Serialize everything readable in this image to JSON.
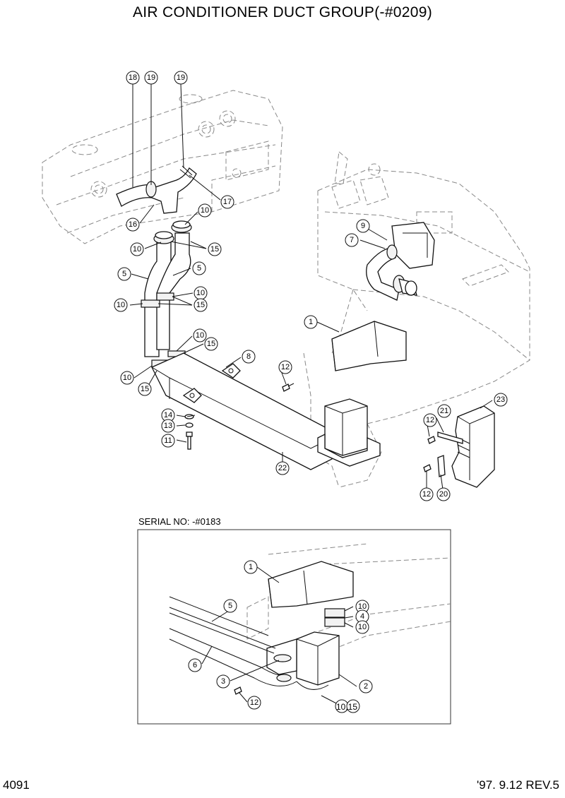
{
  "title": "AIR CONDITIONER DUCT GROUP(-#0209)",
  "page_number": "4091",
  "revision": "'97. 9.12  REV.5",
  "inset_label": "SERIAL NO: -#0183",
  "main_callouts": [
    "18",
    "19",
    "19",
    "17",
    "16",
    "10",
    "10",
    "15",
    "9",
    "7",
    "5",
    "5",
    "10",
    "10",
    "15",
    "1",
    "10",
    "15",
    "8",
    "12",
    "10",
    "15",
    "23",
    "21",
    "12",
    "14",
    "13",
    "11",
    "22",
    "12",
    "20"
  ],
  "inset_callouts": [
    "1",
    "5",
    "10",
    "4",
    "10",
    "6",
    "3",
    "2",
    "12"
  ],
  "inset_text_labels": [
    "10,15"
  ]
}
